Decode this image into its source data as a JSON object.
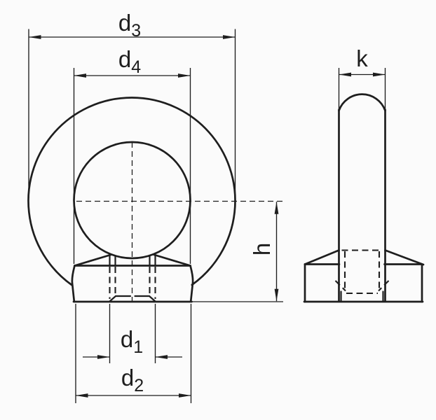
{
  "drawing": {
    "colors": {
      "line": "#1e1e1e",
      "bg": "#fbfbfb"
    },
    "dimensions": {
      "d3": {
        "base": "d",
        "sub": "3"
      },
      "d4": {
        "base": "d",
        "sub": "4"
      },
      "k": {
        "base": "k"
      },
      "h": {
        "base": "h"
      },
      "d1": {
        "base": "d",
        "sub": "1"
      },
      "d2": {
        "base": "d",
        "sub": "2"
      }
    }
  }
}
